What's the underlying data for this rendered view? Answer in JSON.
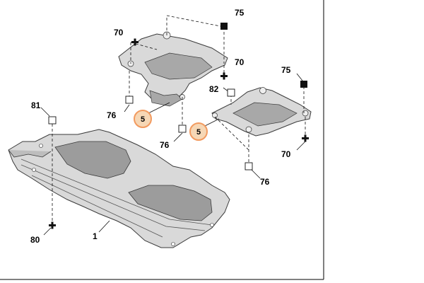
{
  "diagram": {
    "callouts": {
      "c75_top": "75",
      "c70_top_left": "70",
      "c70_top_right": "70",
      "c75_right": "75",
      "c82": "82",
      "c81": "81",
      "c76_left": "76",
      "c76_mid": "76",
      "c76_right": "76",
      "c70_right": "70",
      "c80": "80",
      "c1": "1"
    },
    "part_refs": {
      "ref5_left": "5",
      "ref5_right": "5"
    },
    "colors": {
      "part_fill": "#d9d9d9",
      "part_shade": "#a8a8a8",
      "part_stroke": "#3a3a3a",
      "ref_circle": "#f6d7b5",
      "ref_circle_edge": "#f29a5f",
      "leader": "#111111"
    }
  }
}
